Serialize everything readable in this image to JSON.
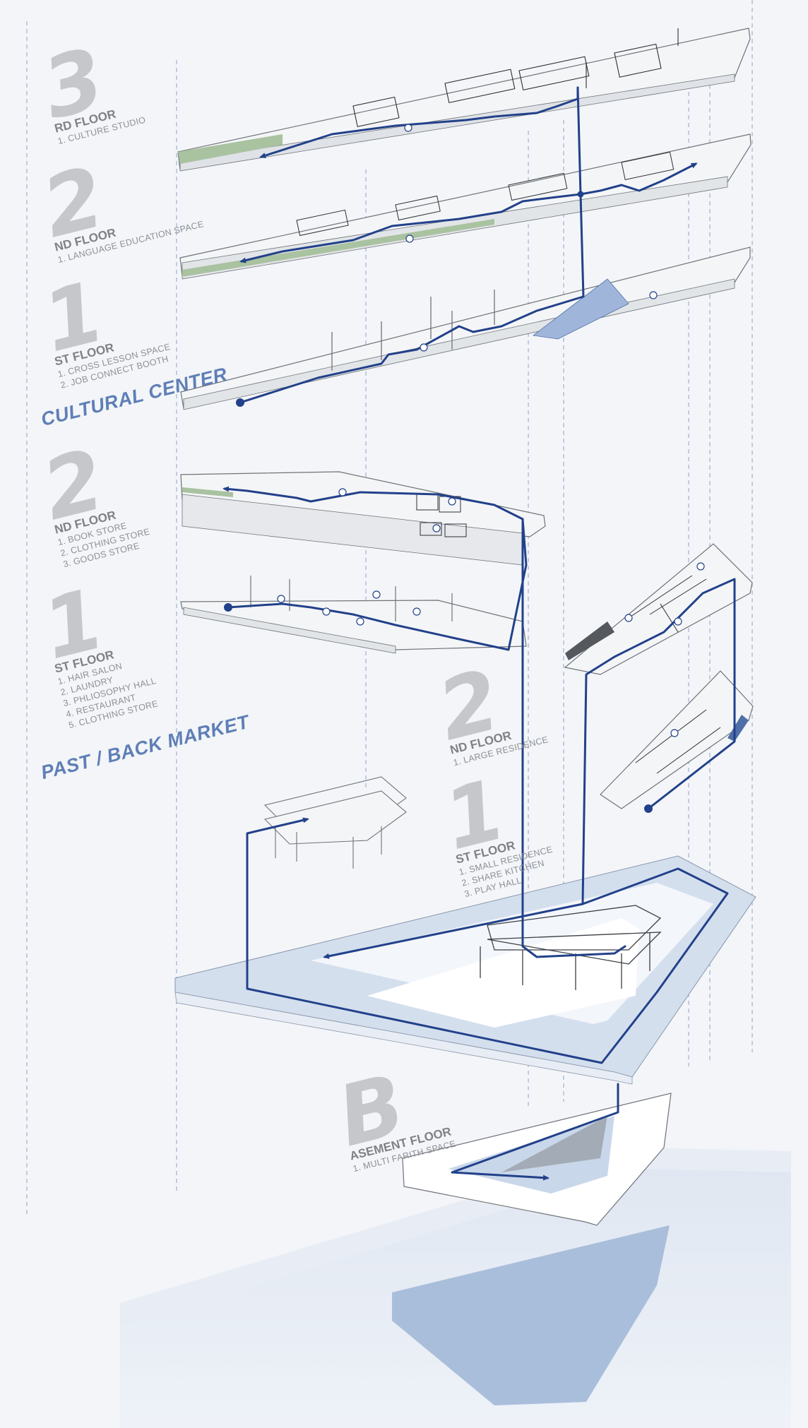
{
  "sections": {
    "cultural": "CULTURAL CENTER",
    "market": "PAST / BACK MARKET"
  },
  "floors": {
    "cc3": {
      "num": "3",
      "label": "RD FLOOR",
      "items": [
        "1. CULTURE STUDIO"
      ]
    },
    "cc2": {
      "num": "2",
      "label": "ND FLOOR",
      "items": [
        "1. LANGUAGE EDUCATION SPACE"
      ]
    },
    "cc1": {
      "num": "1",
      "label": "ST FLOOR",
      "items": [
        "1. CROSS LESSON SPACE",
        "2. JOB CONNECT BOOTH"
      ]
    },
    "pm2": {
      "num": "2",
      "label": "ND FLOOR",
      "items": [
        "1. BOOK STORE",
        "2. CLOTHING STORE",
        "3. GOODS STORE"
      ]
    },
    "pm1": {
      "num": "1",
      "label": "ST FLOOR",
      "items": [
        "1. HAIR SALON",
        "2. LAUNDRY",
        "3. PHLIOSOPHY HALL",
        "4. RESTAURANT",
        "5. CLOTHING STORE"
      ]
    },
    "rs2": {
      "num": "2",
      "label": "ND FLOOR",
      "items": [
        "1. LARGE RESIDENCE"
      ]
    },
    "rs1": {
      "num": "1",
      "label": "ST FLOOR",
      "items": [
        "1. SMALL RESIDENCE",
        "2. SHARE KITCHEN",
        "3. PLAY HALL"
      ]
    },
    "bs": {
      "num": "B",
      "label": "ASEMENT FLOOR",
      "items": [
        "1. MULTI FARITH SPACE"
      ]
    }
  },
  "colors": {
    "route": "#22418a",
    "accent": "#5f7fb6",
    "label": "#8a8d92",
    "numeral": "#c5c7cb",
    "dashed_guide": "#9fb0d6",
    "plaza": "#c9d7ea",
    "green_strip": "#a9c2a0"
  },
  "icons": [
    "start-point-icon",
    "end-arrow-icon",
    "room-number-icon"
  ]
}
